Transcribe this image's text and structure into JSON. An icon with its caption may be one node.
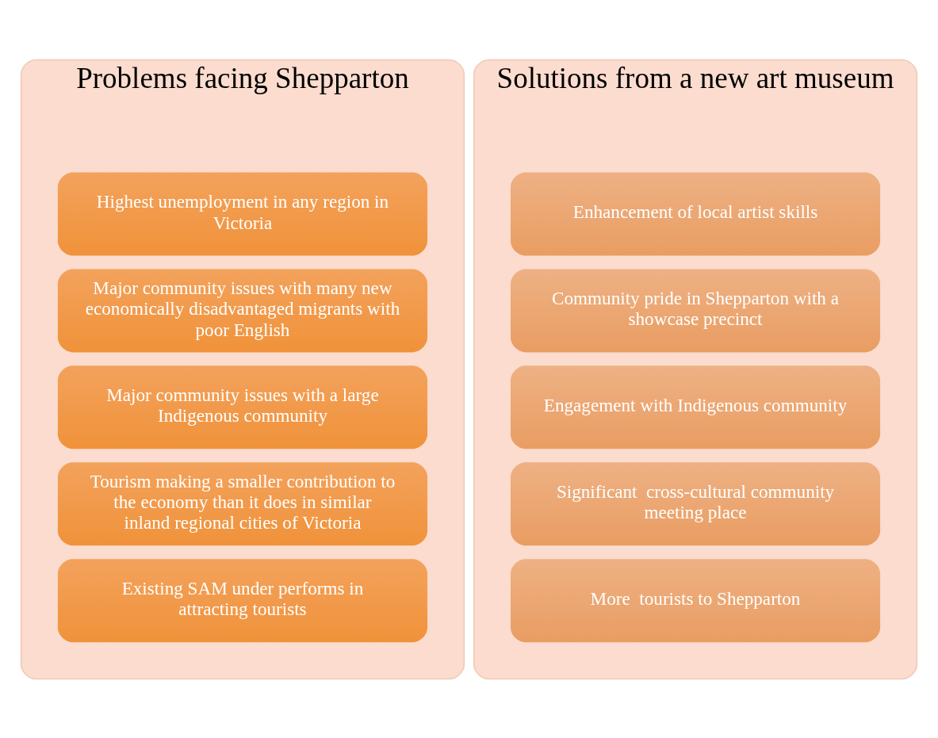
{
  "diagram": {
    "nodes": [
      {
        "text": [
          "Problems facing Shepparton"
        ]
      },
      {
        "text": [
          "Highest unemployment in any region in Victoria"
        ],
        "in": 0
      },
      {
        "text": [
          "Major community issues with many new economically disadvantaged migrants with poor English"
        ],
        "in": 0
      },
      {
        "text": [
          "Major community issues with a large Indigenous community"
        ],
        "in": 0
      },
      {
        "text": [
          "Tourism making a smaller contribution to the economy than it does in similar inland regional cities of Victoria"
        ],
        "in": 0
      },
      {
        "text": [
          "Existing SAM under performs in attracting tourists"
        ],
        "in": 0
      },
      {
        "text": [
          "Solutions from a new art museum"
        ]
      },
      {
        "text": [
          "Enhancement of local artist skills"
        ],
        "in": 6
      },
      {
        "text": [
          "Community pride in Shepparton with a showcase precinct"
        ],
        "in": 6
      },
      {
        "text": [
          "Engagement with Indigenous community"
        ],
        "in": 6
      },
      {
        "text": [
          "Significant  cross-cultural community meeting place"
        ],
        "in": 6
      },
      {
        "text": [
          "More  tourists to Shepparton"
        ],
        "in": 6
      }
    ],
    "edges": []
  }
}
